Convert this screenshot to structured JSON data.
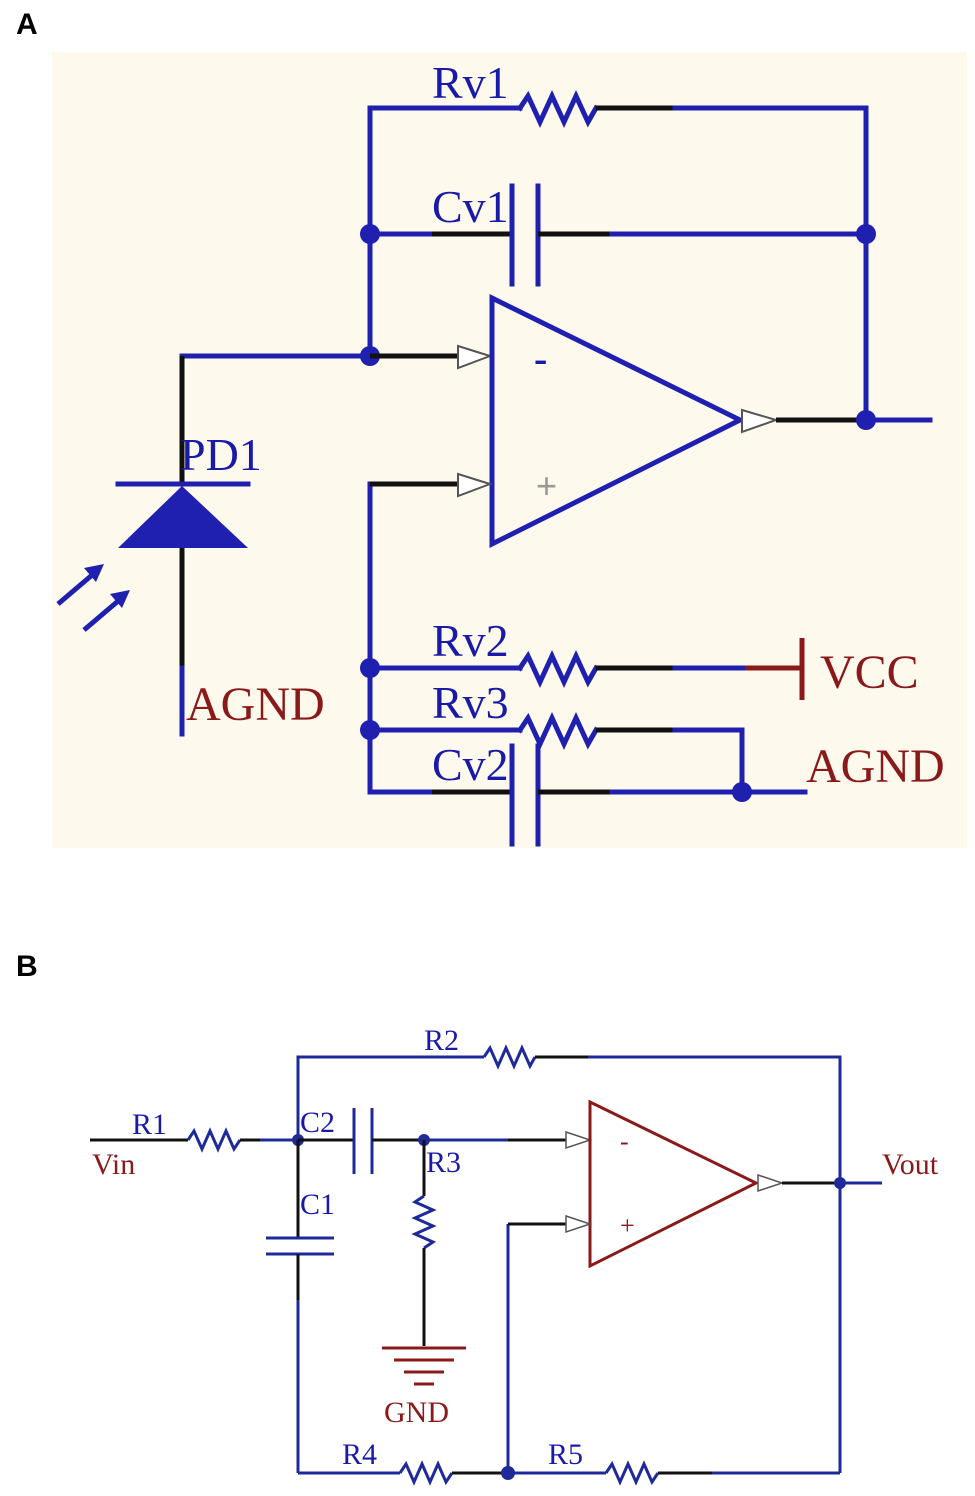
{
  "panels": [
    {
      "letter": "A",
      "labels": {
        "rv1": "Rv1",
        "cv1": "Cv1",
        "pd1": "PD1",
        "agnd_left": "AGND",
        "rv2": "Rv2",
        "vcc": "VCC",
        "rv3": "Rv3",
        "cv2": "Cv2",
        "agnd_right": "AGND",
        "minus": "-",
        "plus": "+"
      }
    },
    {
      "letter": "B",
      "labels": {
        "r2": "R2",
        "r1": "R1",
        "vin": "Vin",
        "c2": "C2",
        "r3": "R3",
        "c1": "C1",
        "gnd": "GND",
        "r4": "R4",
        "r5": "R5",
        "vout": "Vout",
        "minus": "-",
        "plus": "+"
      }
    }
  ],
  "colors": {
    "panel_a_background": "#fdf9ec",
    "wire_blue": "#1f1fb0",
    "label_red": "#8a1a1a"
  }
}
